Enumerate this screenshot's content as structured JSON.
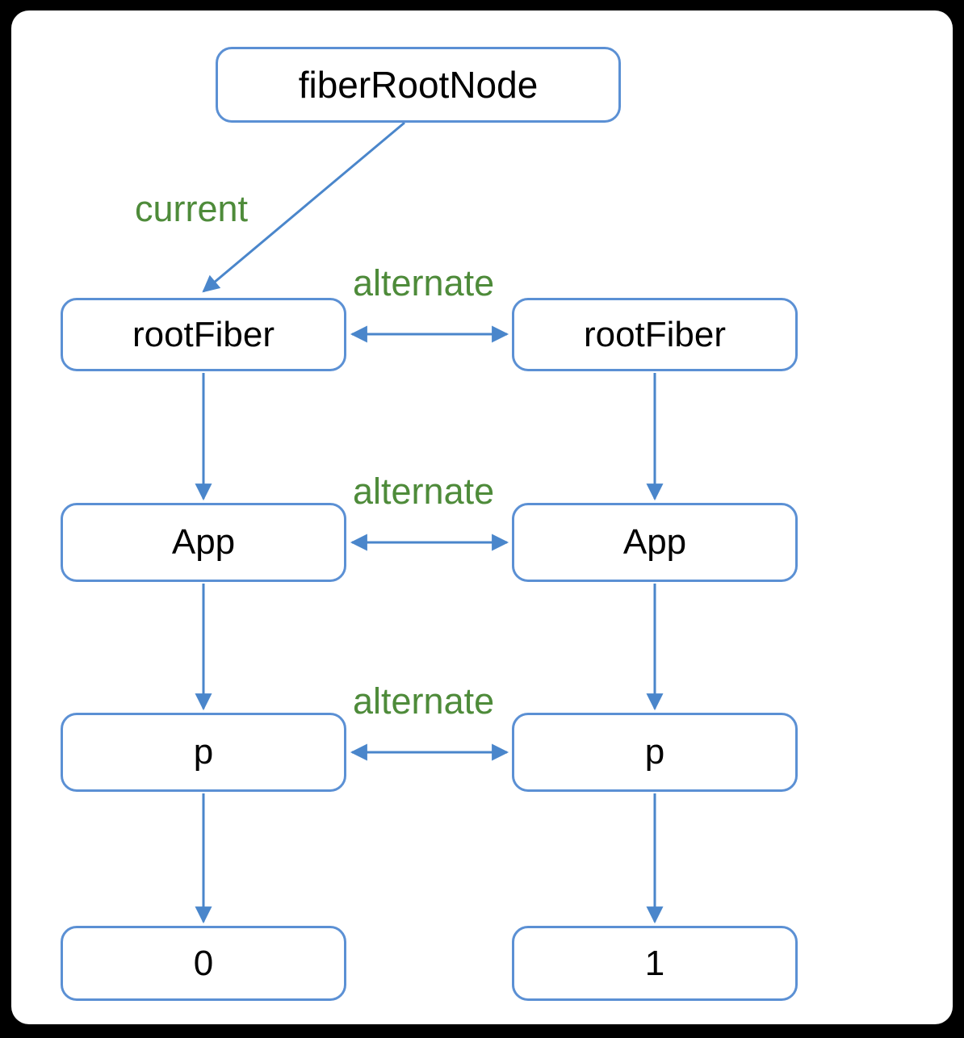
{
  "diagram": {
    "title_implicit": "React fiber tree with current and alternate trees",
    "colors": {
      "frame_background": "#000000",
      "sheet_background": "#ffffff",
      "node_border_blue": "#5b90d4",
      "arrow_blue": "#4a86cb",
      "label_green": "#4e8b3a",
      "node_text": "#000000"
    },
    "nodes": {
      "fiber_root_node": {
        "label": "fiberRootNode"
      },
      "root_fiber_current": {
        "label": "rootFiber"
      },
      "root_fiber_alternate": {
        "label": "rootFiber"
      },
      "app_current": {
        "label": "App"
      },
      "app_alternate": {
        "label": "App"
      },
      "p_current": {
        "label": "p"
      },
      "p_alternate": {
        "label": "p"
      },
      "leaf_current": {
        "label": "0"
      },
      "leaf_alternate": {
        "label": "1"
      }
    },
    "edge_labels": {
      "current": "current",
      "alternate_row1": "alternate",
      "alternate_row2": "alternate",
      "alternate_row3": "alternate"
    }
  }
}
